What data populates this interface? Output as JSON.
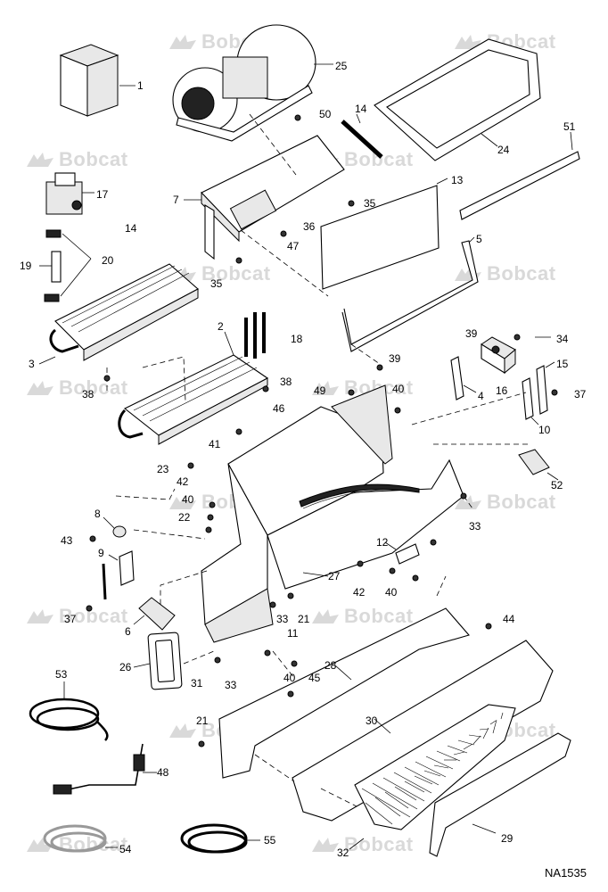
{
  "watermark": {
    "text": "Bobcat"
  },
  "document_code": "NA1535",
  "callouts": [
    "1",
    "2",
    "3",
    "4",
    "5",
    "6",
    "7",
    "8",
    "9",
    "10",
    "11",
    "12",
    "13",
    "14",
    "14",
    "15",
    "16",
    "17",
    "18",
    "19",
    "20",
    "21",
    "21",
    "22",
    "23",
    "24",
    "25",
    "26",
    "27",
    "28",
    "29",
    "30",
    "31",
    "32",
    "33",
    "33",
    "33",
    "34",
    "35",
    "35",
    "36",
    "37",
    "37",
    "38",
    "38",
    "39",
    "39",
    "40",
    "40",
    "40",
    "40",
    "41",
    "42",
    "42",
    "43",
    "44",
    "45",
    "46",
    "47",
    "48",
    "49",
    "50",
    "51",
    "52",
    "53",
    "54",
    "55"
  ]
}
